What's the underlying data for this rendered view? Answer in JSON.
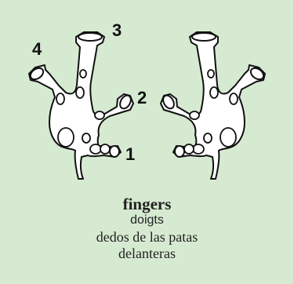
{
  "labels": {
    "finger_1": "1",
    "finger_2": "2",
    "finger_3": "3",
    "finger_4": "4"
  },
  "caption": {
    "english": "fingers",
    "french": "doigts",
    "spanish": "dedos de las patas delanteras"
  },
  "colors": {
    "background": "#d6ead1",
    "outline": "#111111",
    "fill": "#ffffff"
  }
}
